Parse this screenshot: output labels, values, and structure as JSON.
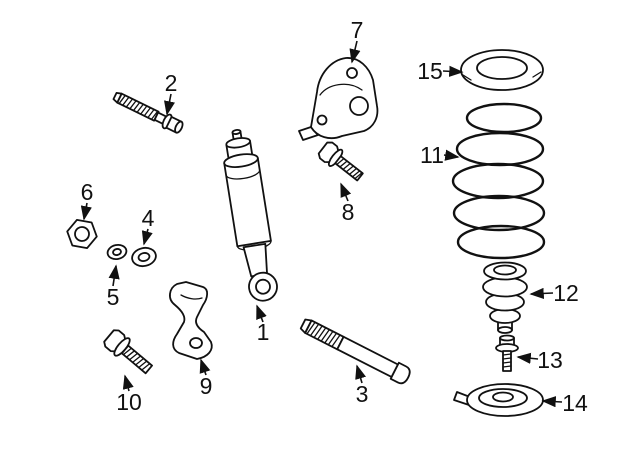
{
  "page": {
    "background": "#ffffff"
  },
  "diagram": {
    "kind": "exploded-parts-line-drawing",
    "subject": "rear-suspension-components",
    "line_color": "#111111",
    "label_color": "#111111",
    "labels": [
      {
        "num": "1",
        "part": "shock-absorber"
      },
      {
        "num": "2",
        "part": "stud-bolt"
      },
      {
        "num": "3",
        "part": "long-mounting-bolt"
      },
      {
        "num": "4",
        "part": "washer-large"
      },
      {
        "num": "5",
        "part": "washer-small"
      },
      {
        "num": "6",
        "part": "hex-nut"
      },
      {
        "num": "7",
        "part": "upper-mounting-bracket"
      },
      {
        "num": "8",
        "part": "flange-bolt-upper"
      },
      {
        "num": "9",
        "part": "lower-bracket"
      },
      {
        "num": "10",
        "part": "flange-bolt-lower"
      },
      {
        "num": "11",
        "part": "coil-spring"
      },
      {
        "num": "12",
        "part": "bump-stopper"
      },
      {
        "num": "13",
        "part": "bump-stopper-bolt"
      },
      {
        "num": "14",
        "part": "lower-spring-pad"
      },
      {
        "num": "15",
        "part": "upper-spring-pad"
      }
    ]
  }
}
